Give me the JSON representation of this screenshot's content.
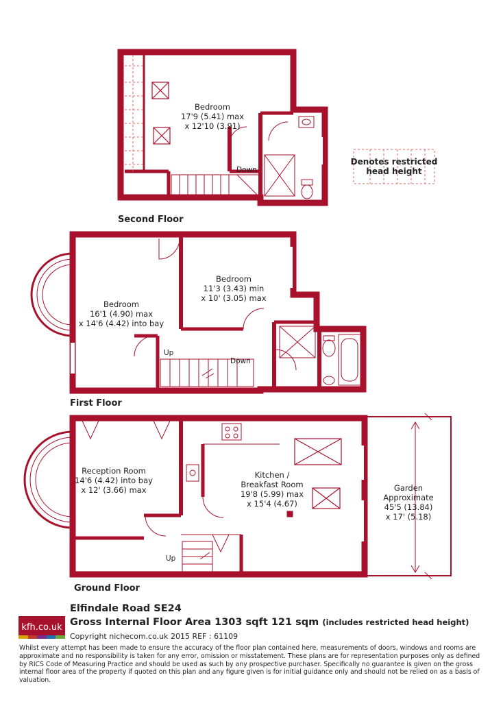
{
  "colors": {
    "wall": "#a8112c",
    "text": "#222222",
    "background": "#ffffff"
  },
  "second_floor": {
    "label": "Second Floor",
    "bedroom": {
      "name": "Bedroom",
      "dim1": "17'9 (5.41) max",
      "dim2": "x 12'10 (3.91)"
    },
    "stair_label": "Down"
  },
  "legend": {
    "line1": "Denotes restricted",
    "line2": "head height"
  },
  "first_floor": {
    "label": "First Floor",
    "bedroom_front": {
      "name": "Bedroom",
      "dim1": "16'1 (4.90) max",
      "dim2": "x 14'6 (4.42) into bay"
    },
    "bedroom_rear": {
      "name": "Bedroom",
      "dim1": "11'3 (3.43) min",
      "dim2": "x 10' (3.05) max"
    },
    "stair_up": "Up",
    "stair_down": "Down"
  },
  "ground_floor": {
    "label": "Ground Floor",
    "reception": {
      "name": "Reception Room",
      "dim1": "14'6 (4.42) into bay",
      "dim2": "x 12' (3.66) max"
    },
    "kitchen": {
      "name": "Kitchen /",
      "name2": "Breakfast Room",
      "dim1": "19'8 (5.99) max",
      "dim2": "x 15'4 (4.67)"
    },
    "garden": {
      "name": "Garden",
      "name2": "Approximate",
      "dim1": "45'5 (13.84)",
      "dim2": "x 17' (5.18)"
    },
    "stair_up": "Up"
  },
  "footer": {
    "logo": "kfh.co.uk",
    "logo_colors": [
      "#d9a400",
      "#c0392b",
      "#7b2d8e",
      "#1f6fb2",
      "#6aa83a"
    ],
    "address": "Elfindale Road  SE24",
    "gia": "Gross Internal Floor Area 1303 sqft 121 sqm",
    "gia_note": "(includes restricted head height)",
    "copyright": "Copyright nichecom.co.uk 2015 REF : 61109",
    "disclaimer": "Whilst every attempt has been made to ensure the accuracy of the floor plan contained here, measurements of doors, windows and rooms are approximate and no responsibility is taken for any error, omission or misstatement.  These plans are for representation purposes only as defined by RICS Code of Measuring Practice and should be used as such by any prospective purchaser.  Specifically no guarantee is given on the gross internal floor area of the property if quoted on this plan and any figure given is for initial guidance only and should not be relied on as a basis of valuation."
  }
}
